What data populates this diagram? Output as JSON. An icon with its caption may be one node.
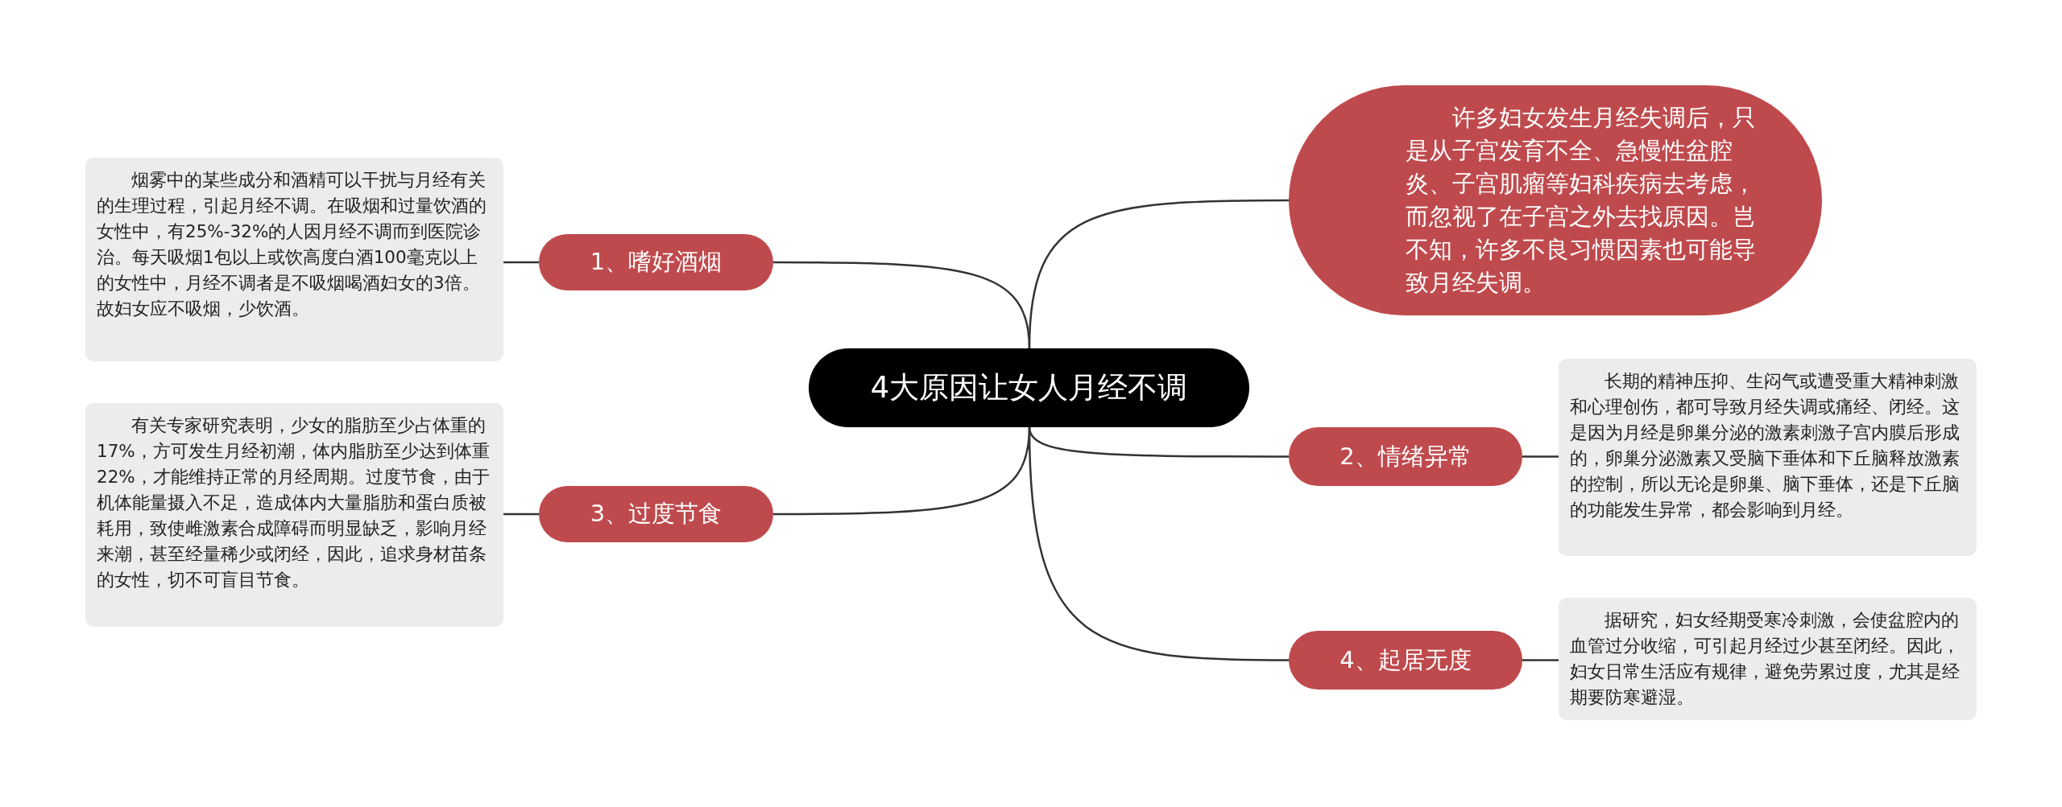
{
  "diagram": {
    "nodes": [
      {
        "text": [
          "4大原因让女人月经不调"
        ]
      },
      {
        "text": [
          "许多妇女发生月经失调后，只是从子宫发育不全、急慢性盆腔炎、子宫肌瘤等妇科疾病去考虑，而忽视了在子宫之外去找原因。岂不知，许多不良习惯因素也可能导致月经失调。"
        ]
      },
      {
        "text": [
          "1、嗜好酒烟"
        ]
      },
      {
        "text": [
          "烟雾中的某些成分和酒精可以干扰与月经有关的生理过程，引起月经不调。在吸烟和过量饮酒的女性中，有25%-32%的人因月经不调而到医院诊治。每天吸烟1包以上或饮高度白酒100毫克以上的女性中，月经不调者是不吸烟喝酒妇女的3倍。故妇女应不吸烟，少饮酒。"
        ]
      },
      {
        "text": [
          "2、情绪异常"
        ]
      },
      {
        "text": [
          "长期的精神压抑、生闷气或遭受重大精神刺激和心理创伤，都可导致月经失调或痛经、闭经。这是因为月经是卵巢分泌的激素刺激子宫内膜后形成的，卵巢分泌激素又受脑下垂体和下丘脑释放激素的控制，所以无论是卵巢、脑下垂体，还是下丘脑的功能发生异常，都会影响到月经。"
        ]
      },
      {
        "text": [
          "3、过度节食"
        ]
      },
      {
        "text": [
          "有关专家研究表明，少女的脂肪至少占体重的17%，方可发生月经初潮，体内脂肪至少达到体重 22%，才能维持正常的月经周期。过度节食，由于机体能量摄入不足，造成体内大量脂肪和蛋白质被耗用，致使雌激素合成障碍而明显缺乏，影响月经来潮，甚至经量稀少或闭经，因此，追求身材苗条的女性，切不可盲目节食。"
        ]
      },
      {
        "text": [
          "4、起居无度"
        ]
      },
      {
        "text": [
          "据研究，妇女经期受寒冷刺激，会使盆腔内的血管过分收缩，可引起月经过少甚至闭经。因此，妇女日常生活应有规律，避免劳累过度，尤其是经期要防寒避湿。"
        ]
      }
    ],
    "edges": [
      {
        "from": 0,
        "to": 1,
        "arrow": "none"
      },
      {
        "from": 0,
        "to": 2,
        "arrow": "none"
      },
      {
        "from": 2,
        "to": 3,
        "arrow": "none"
      },
      {
        "from": 0,
        "to": 4,
        "arrow": "none"
      },
      {
        "from": 4,
        "to": 5,
        "arrow": "none"
      },
      {
        "from": 0,
        "to": 6,
        "arrow": "none"
      },
      {
        "from": 6,
        "to": 7,
        "arrow": "none"
      },
      {
        "from": 0,
        "to": 8,
        "arrow": "none"
      },
      {
        "from": 8,
        "to": 9,
        "arrow": "none"
      }
    ]
  }
}
